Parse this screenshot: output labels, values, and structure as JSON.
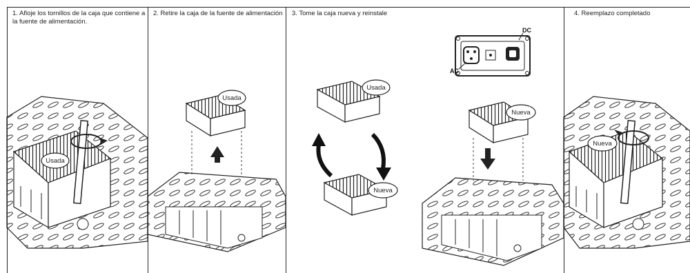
{
  "steps": [
    {
      "text": "1. Afloje los tornillos de la caja que contiene a la fuente de alimentación."
    },
    {
      "text": "2. Retire la caja de la fuente de alimentación"
    },
    {
      "text": "3. Tome la caja nueva y reinstale"
    },
    {
      "text": "4. Reemplazo completado"
    }
  ],
  "labels": {
    "old": "Usada",
    "new": "Nueva",
    "ac": "AC",
    "dc": "DC"
  }
}
